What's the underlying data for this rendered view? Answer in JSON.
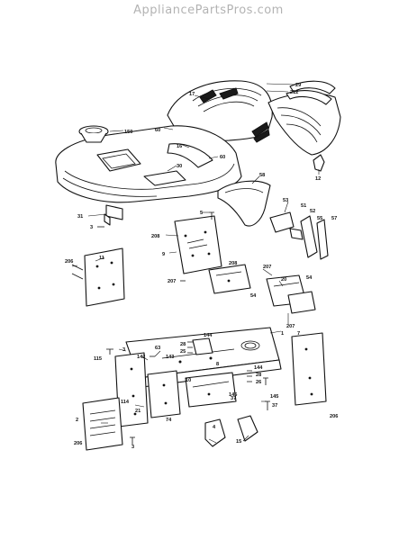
{
  "watermark": "AppliancePartsPros.com",
  "callouts": {
    "c29": "29",
    "c212": "212",
    "c17": "17",
    "c60a": "60",
    "c159": "159",
    "c16": "16",
    "c30": "30",
    "c60b": "60",
    "c12": "12",
    "c58": "58",
    "c31": "31",
    "c3a": "3",
    "c5": "5",
    "c208a": "208",
    "c9": "9",
    "c53": "53",
    "c51": "51",
    "c52": "52",
    "c55": "55",
    "c57": "57",
    "c11": "11",
    "c206a": "206",
    "c207a": "207",
    "c208b": "208",
    "c54a": "54",
    "c207b": "207",
    "c20": "20",
    "c54b": "54",
    "c207c": "207",
    "c1": "1",
    "c144a": "144",
    "c28a": "28",
    "c25a": "25",
    "c63": "63",
    "c3b": "3",
    "c115": "115",
    "c142": "142",
    "c143": "143",
    "c8": "8",
    "c10": "10",
    "c144b": "144",
    "c28b": "28",
    "c26": "26",
    "c145a": "145",
    "c114": "114",
    "c21": "21",
    "c74": "74",
    "c37a": "37",
    "c145b": "145",
    "c37b": "37",
    "c2": "2",
    "c206b": "206",
    "c3c": "3",
    "c4": "4",
    "c15": "15",
    "c206c": "206",
    "c7": "7"
  }
}
